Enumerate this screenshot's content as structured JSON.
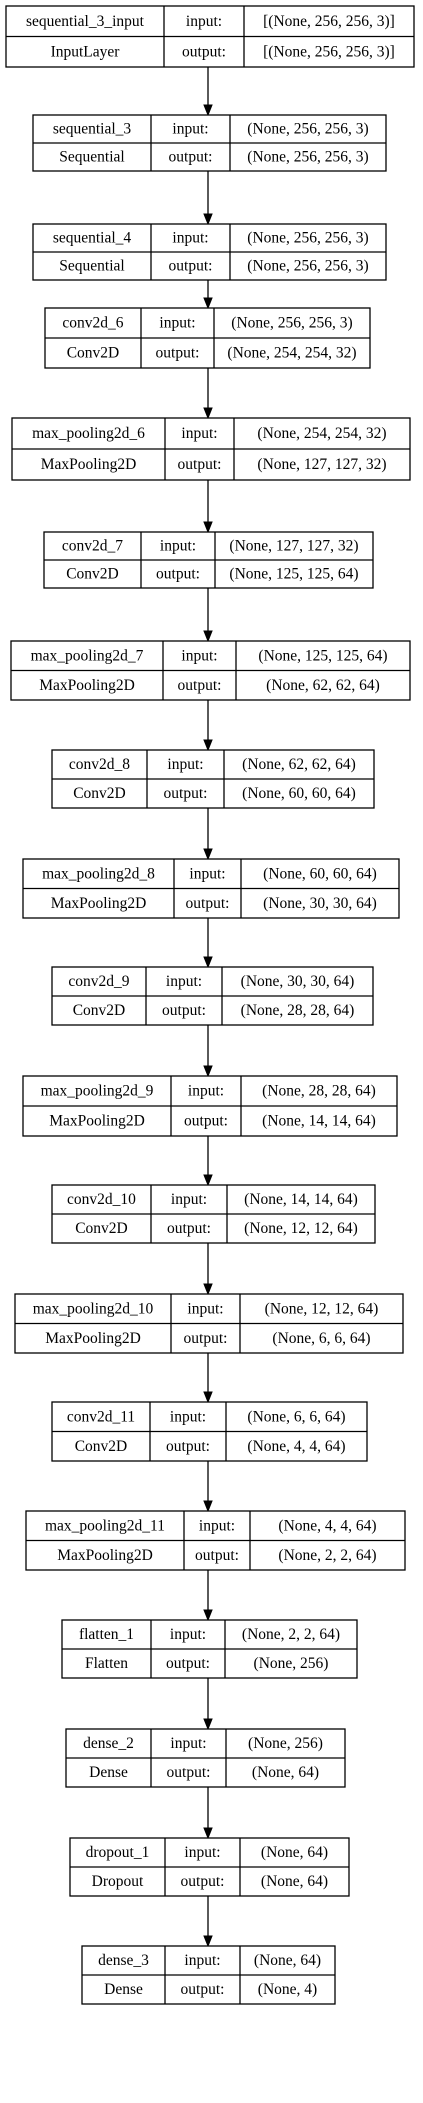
{
  "nodes": [
    {
      "name": "sequential_3_input",
      "type": "InputLayer",
      "input": "[(None, 256, 256, 3)]",
      "output": "[(None, 256, 256, 3)]"
    },
    {
      "name": "sequential_3",
      "type": "Sequential",
      "input": "(None, 256, 256, 3)",
      "output": "(None, 256, 256, 3)"
    },
    {
      "name": "sequential_4",
      "type": "Sequential",
      "input": "(None, 256, 256, 3)",
      "output": "(None, 256, 256, 3)"
    },
    {
      "name": "conv2d_6",
      "type": "Conv2D",
      "input": "(None, 256, 256, 3)",
      "output": "(None, 254, 254, 32)"
    },
    {
      "name": "max_pooling2d_6",
      "type": "MaxPooling2D",
      "input": "(None, 254, 254, 32)",
      "output": "(None, 127, 127, 32)"
    },
    {
      "name": "conv2d_7",
      "type": "Conv2D",
      "input": "(None, 127, 127, 32)",
      "output": "(None, 125, 125, 64)"
    },
    {
      "name": "max_pooling2d_7",
      "type": "MaxPooling2D",
      "input": "(None, 125, 125, 64)",
      "output": "(None, 62, 62, 64)"
    },
    {
      "name": "conv2d_8",
      "type": "Conv2D",
      "input": "(None, 62, 62, 64)",
      "output": "(None, 60, 60, 64)"
    },
    {
      "name": "max_pooling2d_8",
      "type": "MaxPooling2D",
      "input": "(None, 60, 60, 64)",
      "output": "(None, 30, 30, 64)"
    },
    {
      "name": "conv2d_9",
      "type": "Conv2D",
      "input": "(None, 30, 30, 64)",
      "output": "(None, 28, 28, 64)"
    },
    {
      "name": "max_pooling2d_9",
      "type": "MaxPooling2D",
      "input": "(None, 28, 28, 64)",
      "output": "(None, 14, 14, 64)"
    },
    {
      "name": "conv2d_10",
      "type": "Conv2D",
      "input": "(None, 14, 14, 64)",
      "output": "(None, 12, 12, 64)"
    },
    {
      "name": "max_pooling2d_10",
      "type": "MaxPooling2D",
      "input": "(None, 12, 12, 64)",
      "output": "(None, 6, 6, 64)"
    },
    {
      "name": "conv2d_11",
      "type": "Conv2D",
      "input": "(None, 6, 6, 64)",
      "output": "(None, 4, 4, 64)"
    },
    {
      "name": "max_pooling2d_11",
      "type": "MaxPooling2D",
      "input": "(None, 4, 4, 64)",
      "output": "(None, 2, 2, 64)"
    },
    {
      "name": "flatten_1",
      "type": "Flatten",
      "input": "(None, 2, 2, 64)",
      "output": "(None, 256)"
    },
    {
      "name": "dense_2",
      "type": "Dense",
      "input": "(None, 256)",
      "output": "(None, 64)"
    },
    {
      "name": "dropout_1",
      "type": "Dropout",
      "input": "(None, 64)",
      "output": "(None, 64)"
    },
    {
      "name": "dense_3",
      "type": "Dense",
      "input": "(None, 64)",
      "output": "(None, 4)"
    }
  ],
  "labels": {
    "input": "input:",
    "output": "output:"
  }
}
